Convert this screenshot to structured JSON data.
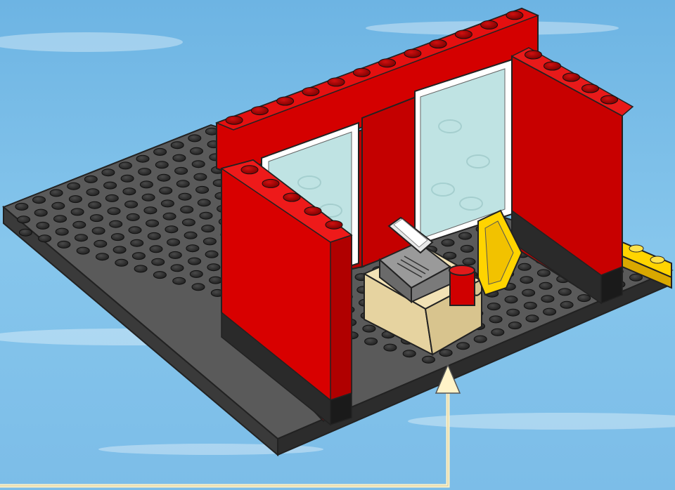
{
  "scene": {
    "kind": "building-instruction-step",
    "background_color": "#7fbfe6",
    "baseplate_color": "#5b5b5b",
    "wall_color": "#e00000",
    "window_glass_color": "#bfe3e3",
    "window_frame_color": "#ffffff",
    "counter_color": "#e8d7a6",
    "register_color": "#8a8a8a",
    "chair_color": "#ffd000",
    "cup_color": "#cc0000",
    "plate_color": "#ffd000",
    "pointer_color": "#fff3c8"
  },
  "parts": [
    {
      "name": "baseplate",
      "color": "gray"
    },
    {
      "name": "red-walls",
      "color": "red"
    },
    {
      "name": "windows",
      "color": "trans-clear"
    },
    {
      "name": "counter",
      "color": "tan"
    },
    {
      "name": "cash-register",
      "color": "gray"
    },
    {
      "name": "chair",
      "color": "yellow"
    },
    {
      "name": "cup",
      "color": "red"
    },
    {
      "name": "yellow-plate",
      "color": "yellow"
    }
  ],
  "callout": {
    "icon": "pointer-arrow-icon",
    "target": "counter"
  }
}
